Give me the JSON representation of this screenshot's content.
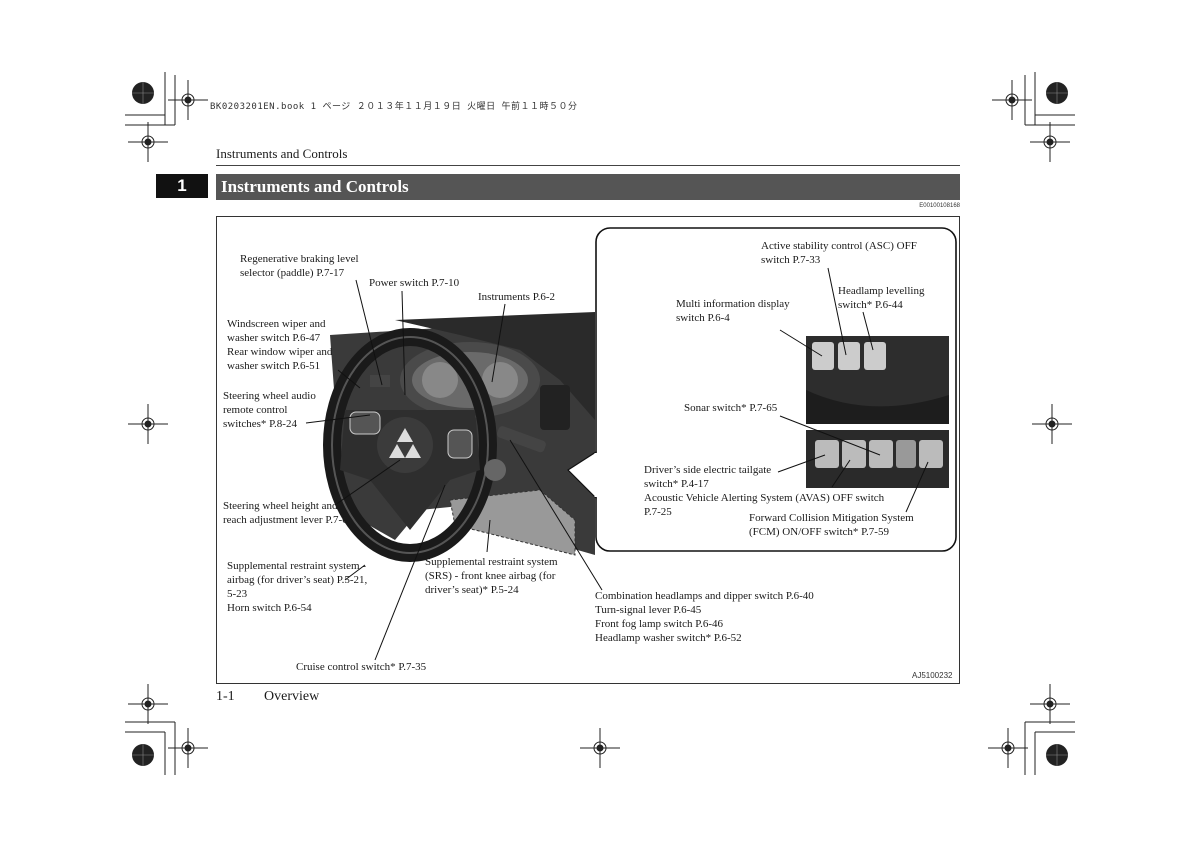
{
  "print_header": "BK0203201EN.book  1 ページ  ２０１３年１１月１９日  火曜日  午前１１時５０分",
  "running_title": "Instruments and Controls",
  "chapter_number": "1",
  "section_title": "Instruments and Controls",
  "doc_code": "E00100108168",
  "figure_code": "AJ5100232",
  "callouts": {
    "regen": [
      "Regenerative braking level",
      "selector (paddle) P.7-17"
    ],
    "power": [
      "Power switch P.7-10"
    ],
    "instruments": [
      "Instruments P.6-2"
    ],
    "wiper": [
      "Windscreen wiper and",
      "washer switch P.6-47",
      "Rear window wiper and",
      "washer switch P.6-51"
    ],
    "audio": [
      "Steering wheel audio",
      "remote control",
      "switches* P.8-24"
    ],
    "height": [
      "Steering wheel height and",
      "reach adjustment lever P.7-6"
    ],
    "airbag": [
      "Supplemental restraint system -",
      "airbag (for driver’s seat) P.5-21,",
      "5-23",
      "Horn switch P.6-54"
    ],
    "knee": [
      "Supplemental restraint system",
      "(SRS) - front knee airbag (for",
      "driver’s seat)* P.5-24"
    ],
    "cruise": [
      "Cruise control switch* P.7-35"
    ],
    "combination": [
      "Combination headlamps and dipper switch P.6-40",
      "Turn-signal lever P.6-45",
      "Front fog lamp switch P.6-46",
      "Headlamp washer switch* P.6-52"
    ],
    "asc": [
      "Active stability control (ASC) OFF",
      "switch P.7-33"
    ],
    "levelling": [
      "Headlamp levelling",
      "switch* P.6-44"
    ],
    "multi": [
      "Multi information display",
      "switch P.6-4"
    ],
    "sonar": [
      "Sonar switch* P.7-65"
    ],
    "tailgate": [
      "Driver’s side electric tailgate",
      "switch* P.4-17",
      "Acoustic Vehicle Alerting System (AVAS) OFF switch",
      "P.7-25"
    ],
    "fcm": [
      "Forward Collision Mitigation System",
      "(FCM) ON/OFF switch* P.7-59"
    ]
  },
  "footer": {
    "page": "1-1",
    "label": "Overview"
  },
  "colors": {
    "section_bar": "#555555",
    "chapter_tab": "#111111"
  },
  "icons": [
    "registration-mark-icon",
    "steering-wheel-illustration",
    "switch-panel-illustration"
  ]
}
